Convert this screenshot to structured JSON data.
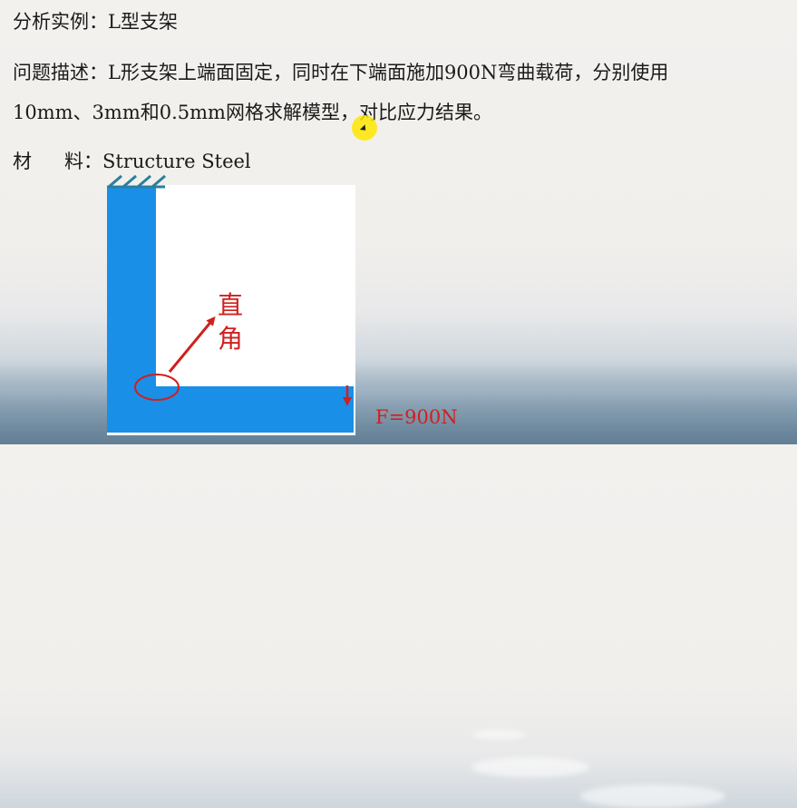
{
  "slide": {
    "title": "分析实例：L型支架",
    "description_line1": "问题描述：L形支架上端面固定，同时在下端面施加900N弯曲载荷，分别使用",
    "description_line2": "10mm、3mm和0.5mm网格求解模型，对比应力结果。",
    "material_label": "材",
    "material_label2": "料：",
    "material_value": "Structure Steel"
  },
  "diagram": {
    "angle_label_1": "直",
    "angle_label_2": "角",
    "force_label": "F=900N",
    "colors": {
      "bracket": "#1a8fe8",
      "annotation": "#d0201f",
      "fixed_support": "#2a7f9e"
    }
  }
}
